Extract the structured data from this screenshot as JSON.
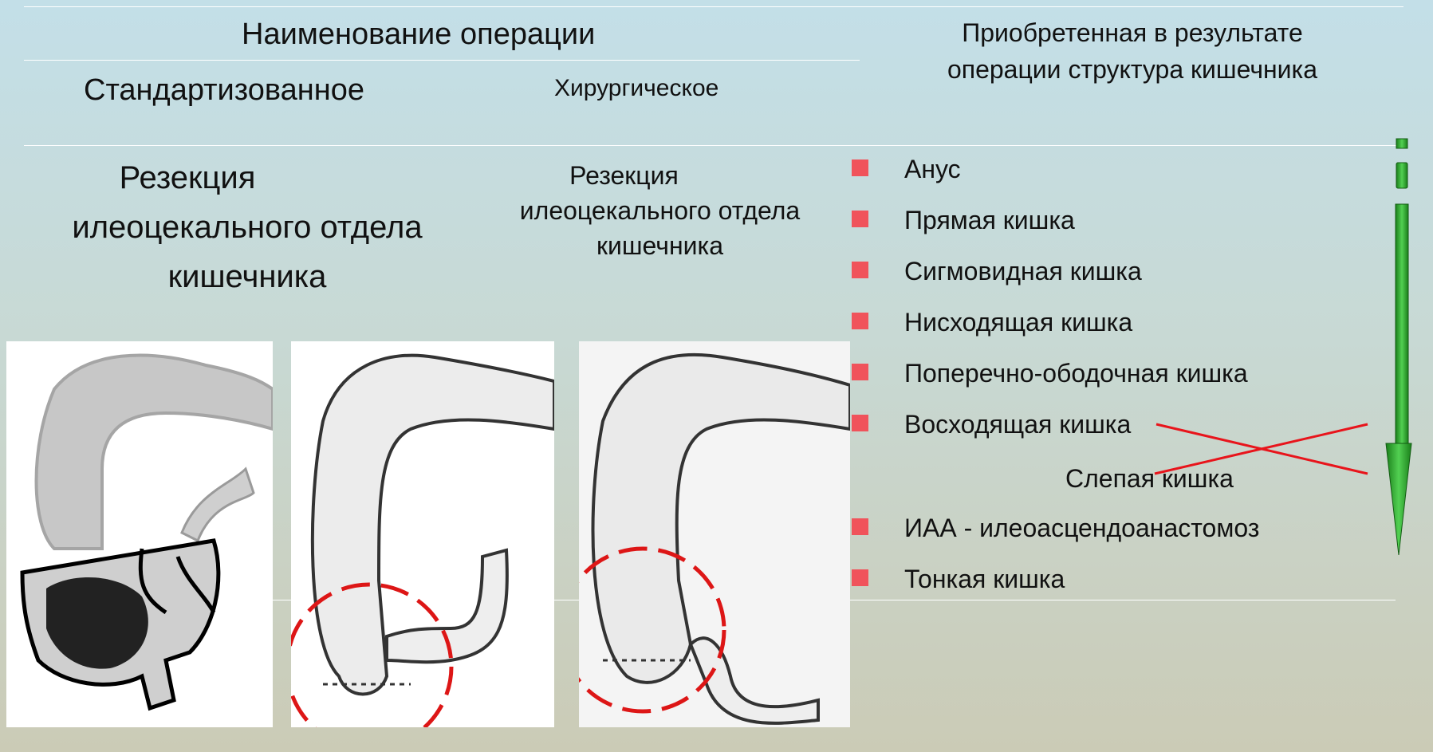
{
  "table": {
    "header": {
      "operation_name": "Наименование операции",
      "standardized": "Стандартизованное",
      "surgical": "Хирургическое",
      "structure_line1": "Приобретенная в результате",
      "structure_line2": "операции структура кишечника"
    },
    "row": {
      "standardized_lines": [
        "Резекция",
        "илеоцекального отдела",
        "кишечника"
      ],
      "surgical_lines": [
        "Резекция",
        "илеоцекального отдела",
        "кишечника"
      ]
    }
  },
  "structure_list": [
    {
      "label": "Анус",
      "bullet": true
    },
    {
      "label": "Прямая кишка",
      "bullet": true
    },
    {
      "label": "Сигмовидная кишка",
      "bullet": true
    },
    {
      "label": "Нисходящая кишка",
      "bullet": true
    },
    {
      "label": "Поперечно-ободочная кишка",
      "bullet": true
    },
    {
      "label": "Восходящая кишка",
      "bullet": true,
      "crossed_out": true
    },
    {
      "label": "Слепая кишка",
      "bullet": false,
      "crossed_out": true
    },
    {
      "label": "ИАА - илеоасцендоанастомоз",
      "bullet": true
    },
    {
      "label": "Тонкая кишка",
      "bullet": true
    }
  ],
  "images": [
    {
      "name": "colon-resection-zone-icon"
    },
    {
      "name": "colon-anastomosis-side-icon"
    },
    {
      "name": "colon-anastomosis-end-icon"
    }
  ],
  "colors": {
    "bullet": "#f0535b",
    "cross": "#e8141b",
    "highlight_circle": "#dd1616",
    "arrow": "#2fa52f"
  }
}
